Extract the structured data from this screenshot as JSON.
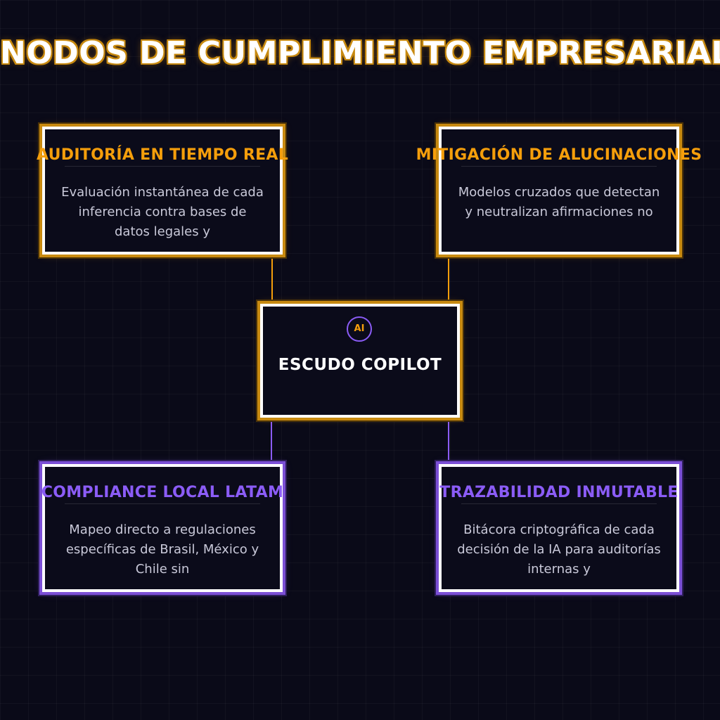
{
  "title": "NODOS DE CUMPLIMIENTO EMPRESARIAL",
  "colors": {
    "gold": "#f59e0b",
    "violet": "#8b5cf6",
    "background": "#0a0a18",
    "text": "#c9c9d9"
  },
  "hub": {
    "badge": "AI",
    "label": "ESCUDO COPILOT"
  },
  "nodes": [
    {
      "title": "AUDITORÍA EN TIEMPO REAL",
      "description": "Evaluación instantánea de cada inferencia contra bases de datos legales y"
    },
    {
      "title": "MITIGACIÓN DE ALUCINACIONES",
      "description": "Modelos cruzados que detectan y neutralizan afirmaciones no"
    },
    {
      "title": "COMPLIANCE LOCAL LATAM",
      "description": "Mapeo directo a regulaciones específicas de Brasil, México y Chile sin"
    },
    {
      "title": "TRAZABILIDAD INMUTABLE",
      "description": "Bitácora criptográfica de cada decisión de la IA para auditorías internas y"
    }
  ]
}
